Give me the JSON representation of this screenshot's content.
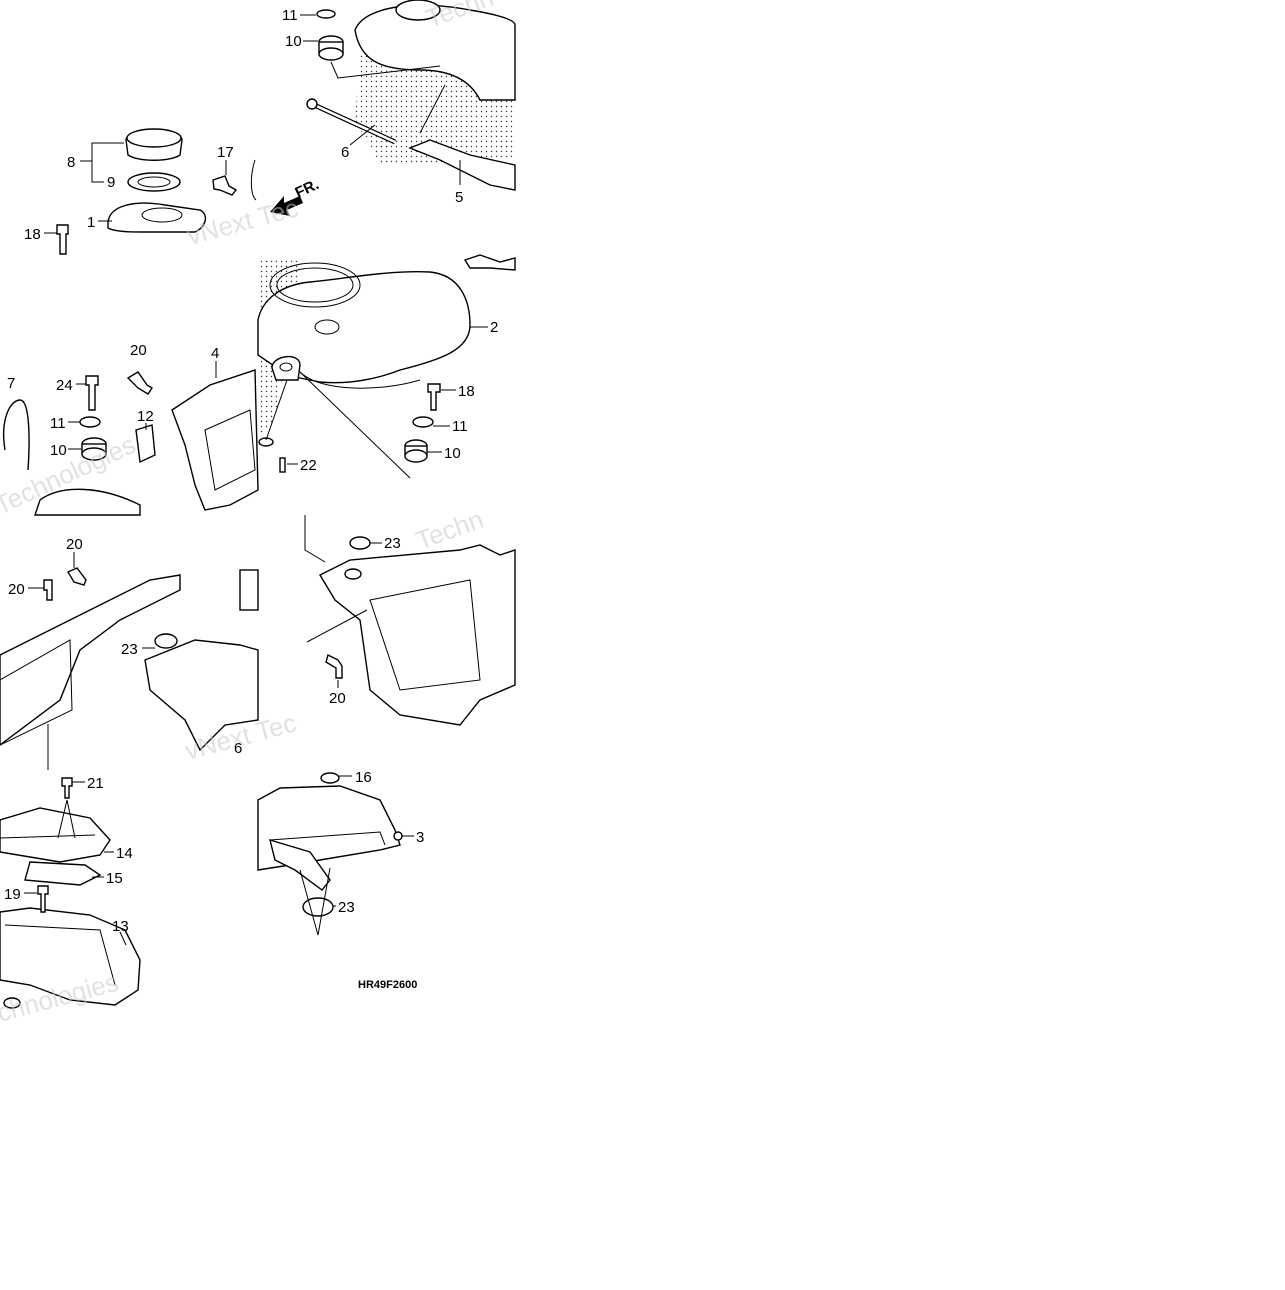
{
  "diagram": {
    "code": "HR49F2600",
    "front_arrow_text": "FR.",
    "watermarks": [
      "Techn",
      "vNext Tec",
      "Technologies",
      "Techn",
      "vNext Tec",
      "chnologies"
    ],
    "callouts": {
      "c11a": "11",
      "c10a": "10",
      "c6a": "6",
      "c5": "5",
      "c8": "8",
      "c9": "9",
      "c17": "17",
      "c1": "1",
      "c18a": "18",
      "c2": "2",
      "c18b": "18",
      "c11b": "11",
      "c10b": "10",
      "c22": "22",
      "c7": "7",
      "c24": "24",
      "c11c": "11",
      "c10c": "10",
      "c20a": "20",
      "c4": "4",
      "c12": "12",
      "c23a": "23",
      "c20b": "20",
      "c20c": "20",
      "c20d": "20",
      "c23b": "23",
      "c6b": "6",
      "c16": "16",
      "c3": "3",
      "c23c": "23",
      "c21": "21",
      "c14": "14",
      "c15": "15",
      "c19": "19",
      "c13": "13"
    }
  }
}
